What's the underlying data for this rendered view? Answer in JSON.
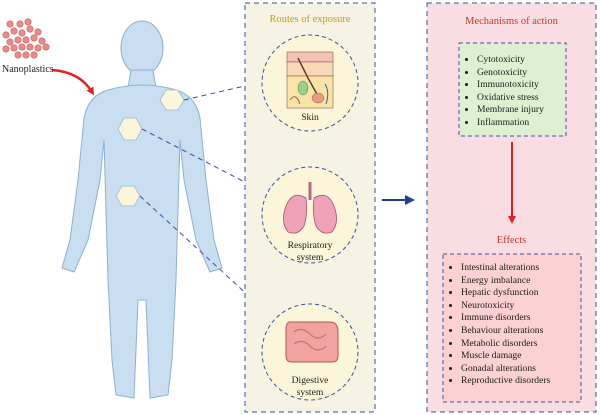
{
  "nanoplastics_label": "Nanoplastics",
  "routes": {
    "title": "Routes of exposure",
    "skin": "Skin",
    "respiratory": [
      "Respiratory",
      "system"
    ],
    "digestive": [
      "Digestive",
      "system"
    ]
  },
  "mechanisms": {
    "title": "Mechanisms of action",
    "items": [
      "Cytotoxicity",
      "Genotoxicity",
      "Immunotoxicity",
      "Oxidative stress",
      "Membrane injury",
      "Inflammation"
    ]
  },
  "effects": {
    "title": "Effects",
    "items": [
      "Intestinal alterations",
      "Energy imbalance",
      "Hepatic dysfunction",
      "Neurotoxicity",
      "Immune disorders",
      "Behaviour alterations",
      "Metabolic disorders",
      "Muscle damage",
      "Gonadal alterations",
      "Reproductive disorders"
    ]
  },
  "colors": {
    "body": "#c9def0",
    "body_stroke": "#8fb0cf",
    "routes_bg": "#f6f3e4",
    "mechanisms_bg": "#f9dde3",
    "green_box": "#dff0d2",
    "red_box": "#fbd1d1",
    "dash": "#3a4fa0",
    "arrow_red": "#e02121",
    "arrow_blue": "#1f3f93"
  }
}
